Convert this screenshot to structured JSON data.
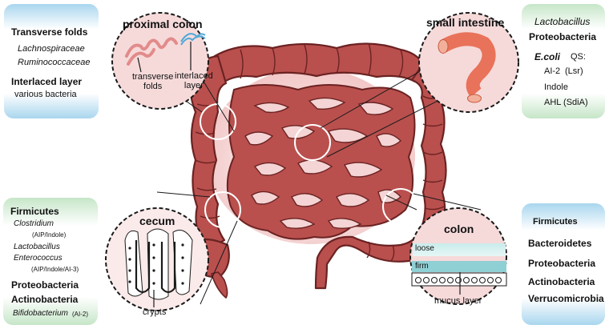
{
  "top_left": {
    "line1": "Transverse folds",
    "line2": "Lachnospiraceae",
    "line3": "Ruminococcaceae",
    "line4": "Interlaced layer",
    "line5": "various bacteria"
  },
  "top_right": {
    "line1": "Lactobacillus",
    "line2": "Proteobacteria",
    "line3": "E.coli",
    "qs": "QS:",
    "ai2": "AI-2",
    "lsr": "(Lsr)",
    "indole": "Indole",
    "ahl": "AHL (SdiA)"
  },
  "bottom_left": {
    "line1": "Firmicutes",
    "line2": "Clostridium",
    "line3": "(AIP/Indole)",
    "line4": "Lactobacillus",
    "line5": "Enterococcus",
    "line6": "(AIP/Indole/AI-3)",
    "line7": "Proteobacteria",
    "line8": "Actinobacteria",
    "line9": "Bifidobacterium",
    "line9b": "(AI-2)"
  },
  "bottom_right": {
    "line1": "Firmicutes",
    "line2": "Bacteroidetes",
    "line3": "Proteobacteria",
    "line4": "Actinobacteria",
    "line5": "Verrucomicrobia"
  },
  "circles": {
    "proximal_colon": {
      "title": "proximal colon",
      "label1a": "transverse",
      "label1b": "folds",
      "label2a": "interlaced",
      "label2b": "layer"
    },
    "small_intestine": {
      "title": "small intestine"
    },
    "cecum": {
      "title": "cecum",
      "label": "crypts"
    },
    "colon": {
      "title": "colon",
      "loose": "loose",
      "firm": "firm",
      "mucus": "mucus layer"
    }
  },
  "colors": {
    "intestine": "#b9504e",
    "intestine_dark": "#6b2222",
    "circle_fill": "#f6dada",
    "small_intestine": "#e8735a",
    "blue_panel": "#a9d6ee",
    "green_panel": "#c6e6c8"
  }
}
